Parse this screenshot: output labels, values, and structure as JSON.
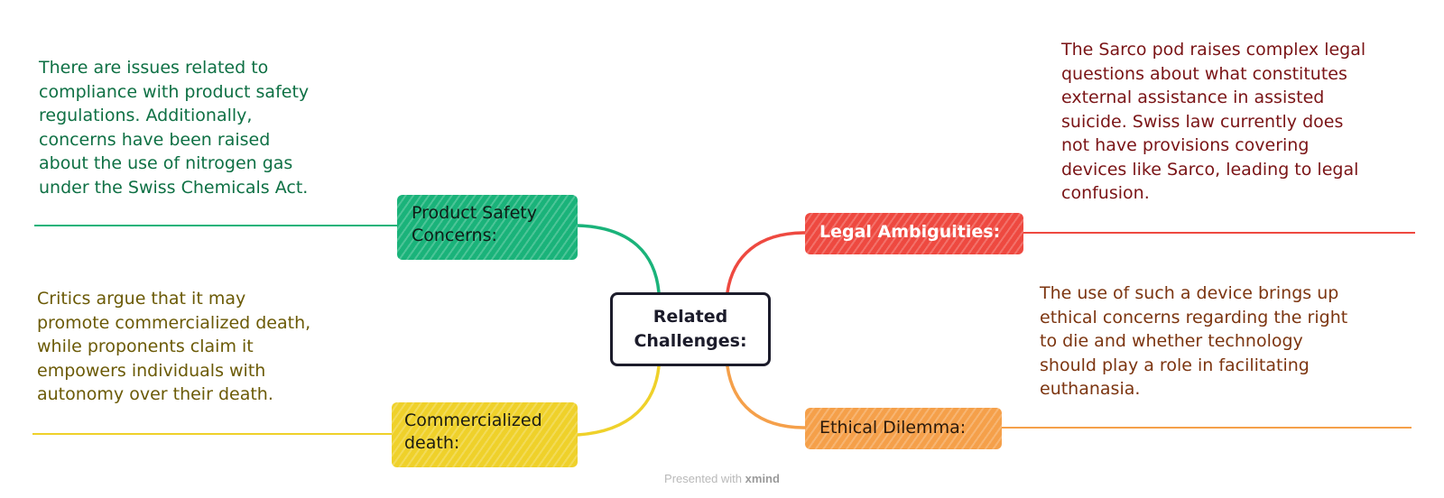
{
  "center": {
    "label": "Related\nChallenges:"
  },
  "topics": {
    "product_safety": {
      "label": "Product Safety\nConcerns:",
      "color": "#1ab37a",
      "note": "There are issues related to\ncompliance with product safety\nregulations. Additionally,\nconcerns have been raised\nabout the use of nitrogen gas\nunder the Swiss Chemicals Act."
    },
    "commercialized_death": {
      "label": "Commercialized\ndeath:",
      "color": "#efd12a",
      "note": "Critics argue that it may\npromote commercialized death,\nwhile proponents claim it\nempowers individuals with\nautonomy over their death."
    },
    "legal_ambiguities": {
      "label": "Legal Ambiguities:",
      "color": "#ee4940",
      "note": "The Sarco pod raises complex legal\nquestions about what constitutes\nexternal assistance in assisted\nsuicide. Swiss law currently does\nnot have provisions covering\ndevices like Sarco, leading to legal\nconfusion."
    },
    "ethical_dilemma": {
      "label": "Ethical Dilemma:",
      "color": "#f5a04a",
      "note": "The use of such a device brings up\nethical concerns regarding the right\nto die and whether technology\nshould play a role in facilitating\neuthanasia."
    }
  },
  "footer": {
    "prefix": "Presented with",
    "brand": "xmind"
  }
}
